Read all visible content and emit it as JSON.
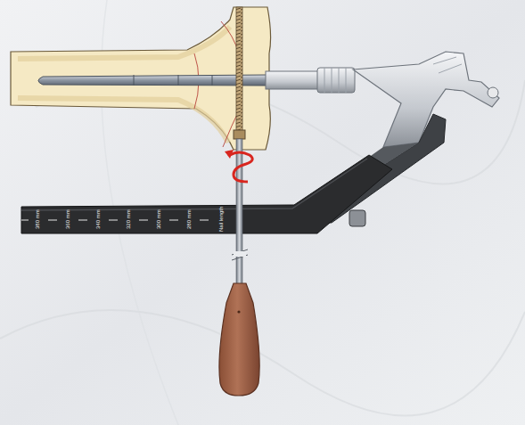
{
  "diagram": {
    "labels": [
      "380 mm",
      "360 mm",
      "340 mm",
      "320 mm",
      "300 mm",
      "280 mm",
      "Nail length"
    ]
  }
}
